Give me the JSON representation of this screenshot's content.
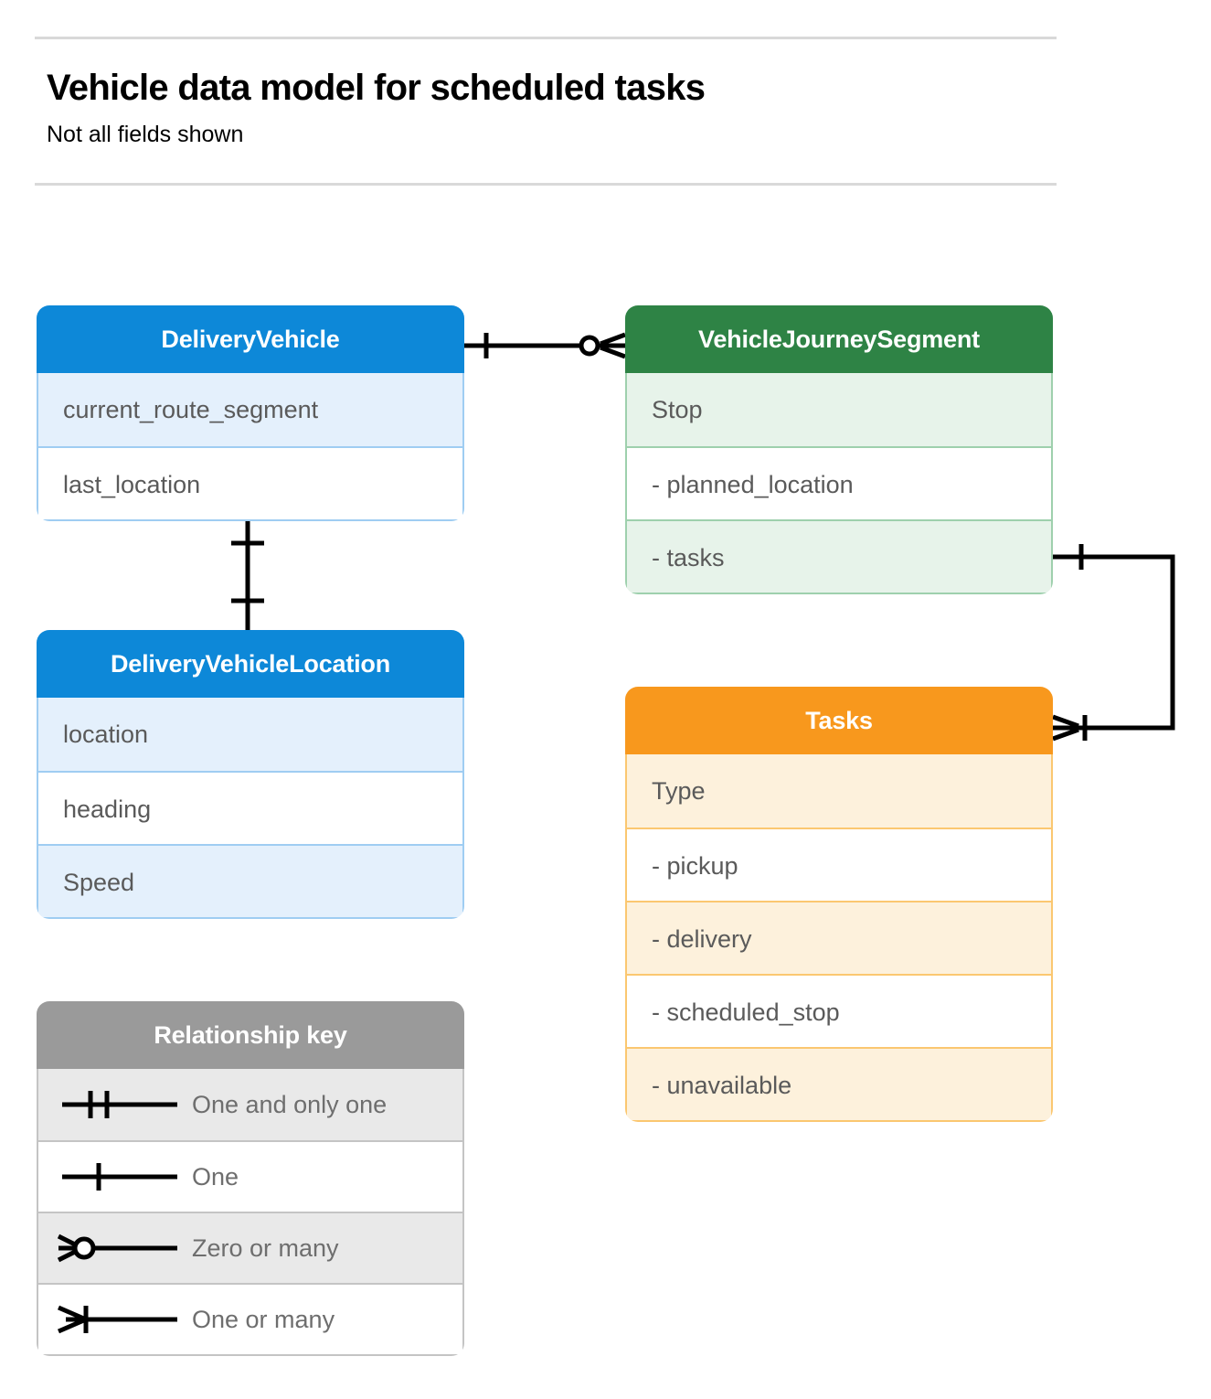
{
  "header": {
    "title": "Vehicle data model for scheduled tasks",
    "subtitle": "Not all fields shown"
  },
  "entities": [
    {
      "name": "DeliveryVehicle",
      "color": "#0d88d8",
      "rows": [
        "current_route_segment",
        "last_location"
      ]
    },
    {
      "name": "VehicleJourneySegment",
      "color": "#2e8345",
      "rows": [
        "Stop",
        "-  planned_location",
        "- tasks"
      ]
    },
    {
      "name": "DeliveryVehicleLocation",
      "color": "#0d88d8",
      "rows": [
        "location",
        "heading",
        "Speed"
      ]
    },
    {
      "name": "Tasks",
      "color": "#f8981d",
      "rows": [
        "Type",
        "-  pickup",
        "-  delivery",
        "-  scheduled_stop",
        "-  unavailable"
      ]
    }
  ],
  "legend": {
    "title": "Relationship key",
    "items": [
      {
        "symbol": "one-and-only-one-symbol",
        "label": "One and only one"
      },
      {
        "symbol": "one-symbol",
        "label": "One"
      },
      {
        "symbol": "zero-or-many-symbol",
        "label": "Zero or many"
      },
      {
        "symbol": "one-or-many-symbol",
        "label": "One or many"
      }
    ]
  },
  "relationships": [
    {
      "from": "DeliveryVehicle",
      "to": "VehicleJourneySegment",
      "from_cardinality": "One",
      "to_cardinality": "Zero or many"
    },
    {
      "from": "DeliveryVehicle",
      "to": "DeliveryVehicleLocation",
      "from_cardinality": "One",
      "to_cardinality": "One"
    },
    {
      "from": "VehicleJourneySegment",
      "to": "Tasks",
      "from_cardinality": "One",
      "to_cardinality": "One or many"
    }
  ]
}
